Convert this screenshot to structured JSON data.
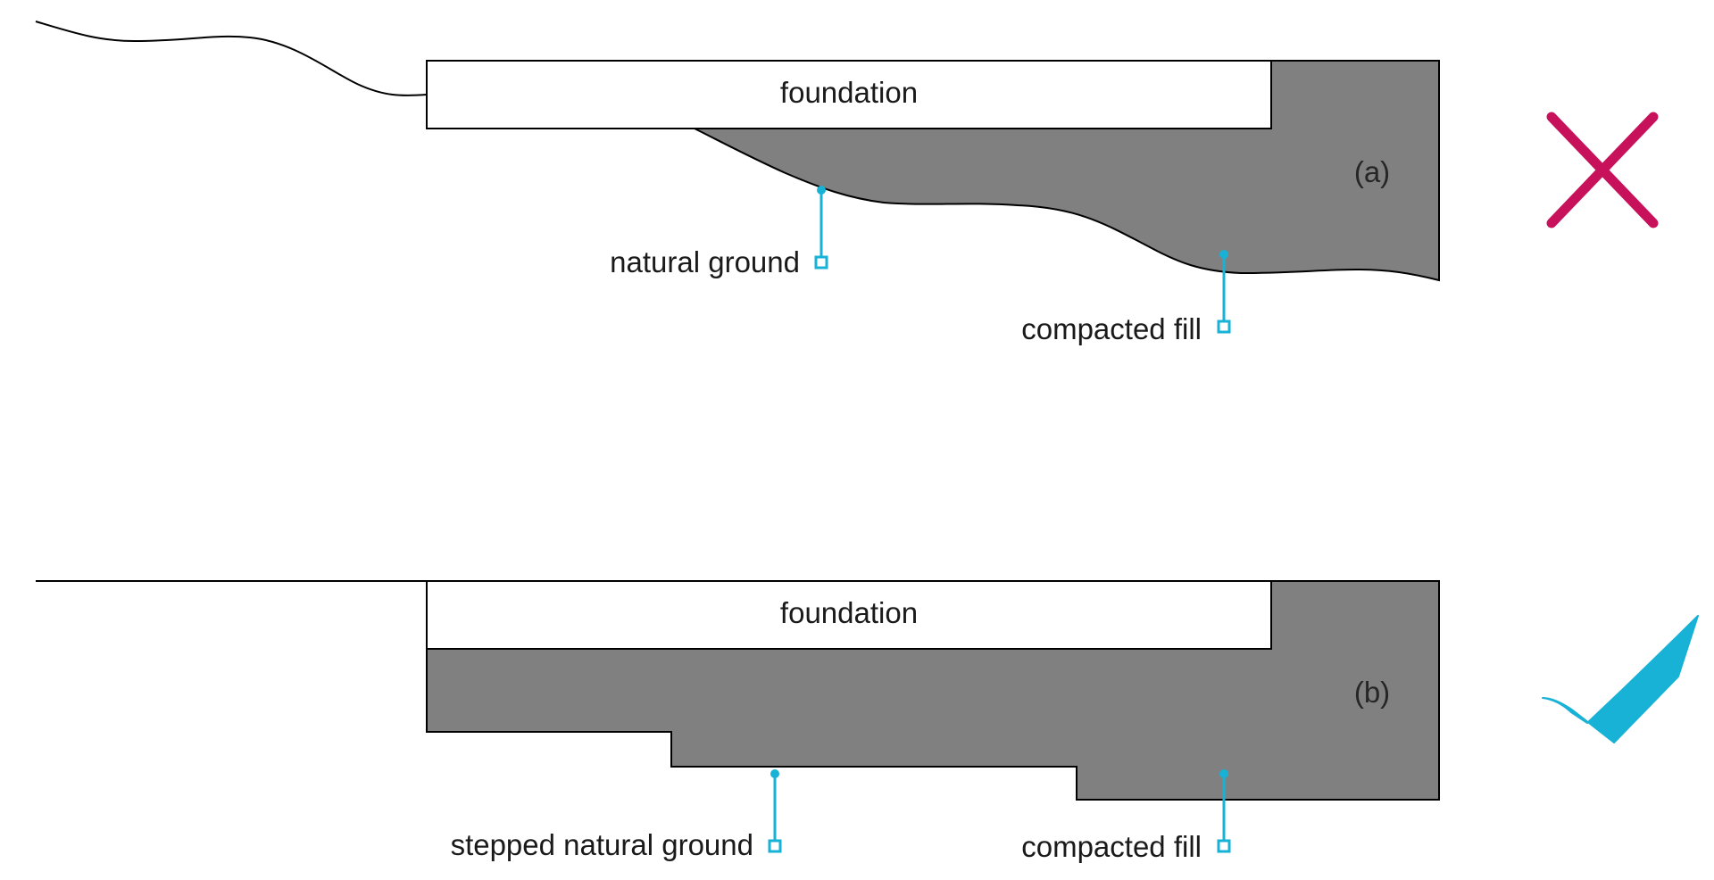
{
  "colors": {
    "fill": "#808080",
    "outline": "#000000",
    "leader": "#17b2d6",
    "cross": "#c8115b",
    "check": "#17b2d6",
    "background": "#ffffff"
  },
  "panels": {
    "a": {
      "tag": "(a)",
      "foundation_label": "foundation",
      "natural_ground_label": "natural ground",
      "compacted_fill_label": "compacted fill",
      "verdict_icon": "cross-icon"
    },
    "b": {
      "tag": "(b)",
      "foundation_label": "foundation",
      "natural_ground_label": "stepped natural ground",
      "compacted_fill_label": "compacted fill",
      "verdict_icon": "check-icon"
    }
  }
}
